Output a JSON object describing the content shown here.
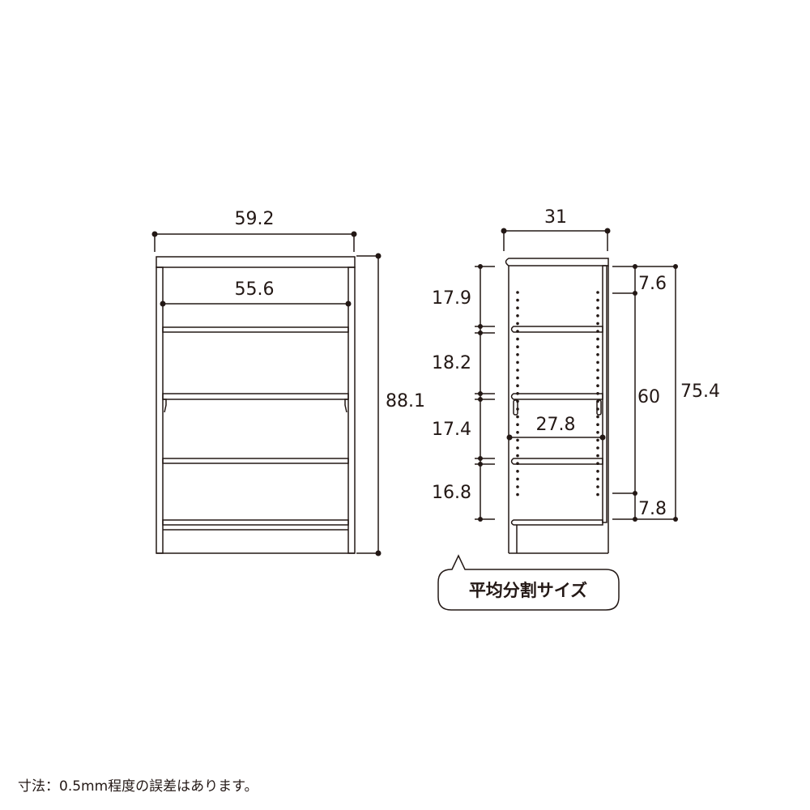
{
  "front_view": {
    "overall_width": "59.2",
    "inner_width": "55.6",
    "overall_height": "88.1"
  },
  "side_view": {
    "overall_depth": "31",
    "shelf_depth": "27.8",
    "shelf_spacings": [
      "17.9",
      "18.2",
      "17.4",
      "16.8"
    ],
    "top_offset": "7.6",
    "adjustable_range": "60",
    "bottom_offset": "7.8",
    "inner_height": "75.4"
  },
  "callout": {
    "label": "平均分割サイズ"
  },
  "footnote": "寸法：0.5mm程度の誤差はあります。",
  "colors": {
    "line": "#231815",
    "background": "#ffffff"
  }
}
